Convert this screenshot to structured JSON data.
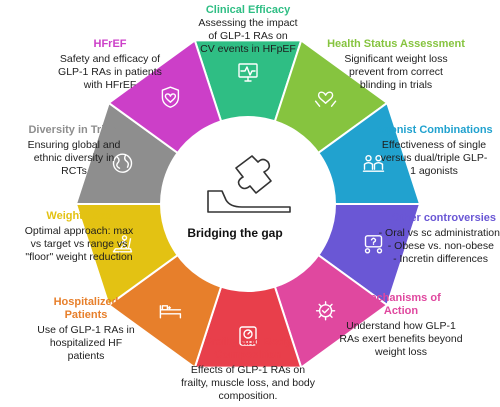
{
  "center": {
    "title": "Bridging the gap"
  },
  "segments": [
    {
      "id": "clinical-efficacy",
      "color": "#2fbe84",
      "icon": "monitor-heart-icon"
    },
    {
      "id": "health-status",
      "color": "#86c43f",
      "icon": "heart-hands-icon"
    },
    {
      "id": "agonist-combinations",
      "color": "#21a2cf",
      "icon": "people-group-icon"
    },
    {
      "id": "other-controversies",
      "color": "#6a57d5",
      "icon": "question-bubble-icon"
    },
    {
      "id": "mechanisms",
      "color": "#e0489f",
      "icon": "gear-check-icon"
    },
    {
      "id": "frailty",
      "color": "#e83f4b",
      "icon": "scale-icon"
    },
    {
      "id": "hospitalized",
      "color": "#e77f2b",
      "icon": "hospital-bed-icon"
    },
    {
      "id": "weight-loss",
      "color": "#e3c213",
      "icon": "treadmill-icon"
    },
    {
      "id": "diversity",
      "color": "#8e8e8e",
      "icon": "globe-icon"
    },
    {
      "id": "hfref",
      "color": "#cc3fc8",
      "icon": "shield-heart-icon"
    }
  ],
  "labels": {
    "clinical_efficacy": {
      "title": "Clinical Efficacy",
      "lines": [
        "Assessing the impact",
        "of GLP-1 RAs on",
        "CV events in HFpEF"
      ],
      "title_color": "#2fbe84"
    },
    "health_status": {
      "title": "Health Status Assessment",
      "lines": [
        "Significant weight loss",
        "prevent from correct",
        "blinding in trials"
      ],
      "title_color": "#86c43f"
    },
    "agonist_combinations": {
      "title": "Agonist Combinations",
      "lines": [
        "Effectiveness of single",
        "versus dual/triple GLP-",
        "1 agonists"
      ],
      "title_color": "#21a2cf"
    },
    "other_controversies": {
      "title": "Other controversies",
      "lines": [
        "- Oral vs sc administration",
        "- Obese vs. non-obese",
        "- Incretin differences"
      ],
      "title_color": "#6a57d5"
    },
    "mechanisms": {
      "title_lines": [
        "Mechanisms of",
        "Action"
      ],
      "lines": [
        "Understand how GLP-1",
        "RAs exert benefits beyond",
        "weight loss"
      ],
      "title_color": "#e0489f"
    },
    "frailty": {
      "title_lines": [
        "Frailty and Body",
        "Composition"
      ],
      "lines": [
        "Effects of GLP-1 RAs on",
        "frailty, muscle loss, and body",
        "composition."
      ],
      "title_color": "#e83f4b"
    },
    "hospitalized": {
      "title_lines": [
        "Hospitalized",
        "Patients"
      ],
      "lines": [
        "Use of GLP-1 RAs in",
        "hospitalized HF",
        "patients"
      ],
      "title_color": "#e77f2b"
    },
    "weight_loss": {
      "title": "Weight Loss",
      "lines": [
        "Optimal approach: max",
        "vs target vs range vs",
        "\"floor\" weight reduction"
      ],
      "title_color": "#e3c213"
    },
    "diversity": {
      "title": "Diversity in Trials",
      "lines": [
        "Ensuring global and",
        "ethnic diversity in",
        "RCTs"
      ],
      "title_color": "#8e8e8e"
    },
    "hfref": {
      "title": "HFrEF",
      "lines": [
        "Safety and efficacy of",
        "GLP-1 RAs in patients",
        "with HFrEF"
      ],
      "title_color": "#cc3fc8"
    }
  }
}
